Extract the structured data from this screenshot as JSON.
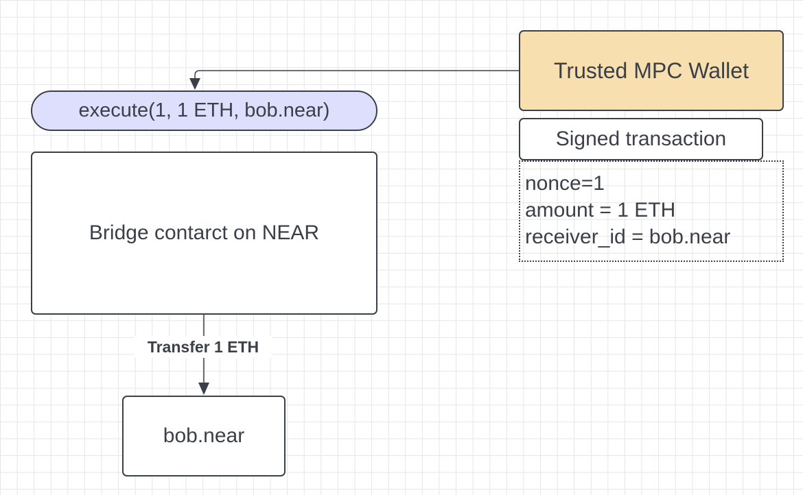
{
  "diagram": {
    "nodes": {
      "execute_call": "execute(1, 1 ETH, bob.near)",
      "bridge_contract": "Bridge contarct on NEAR",
      "receiver": "bob.near",
      "mpc_wallet": "Trusted MPC Wallet",
      "signed_transaction": "Signed transaction"
    },
    "transaction_fields": [
      "nonce=1",
      "amount = 1 ETH",
      "receiver_id = bob.near"
    ],
    "edges": {
      "transfer_label": "Transfer 1 ETH"
    },
    "colors": {
      "stroke": "#3a3f48",
      "execute_fill": "#dedffc",
      "mpc_fill": "#f7dfb0",
      "grid": "#e6e6e6"
    }
  }
}
